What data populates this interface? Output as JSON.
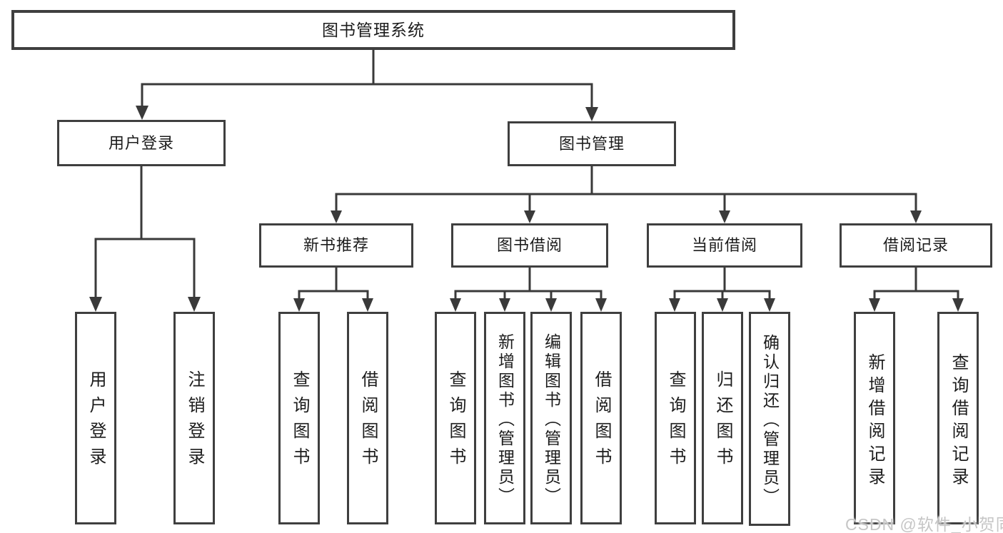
{
  "diagram": {
    "title": "图书管理系统",
    "tree": {
      "root": {
        "label": "图书管理系统"
      },
      "level2": [
        {
          "label": "用户登录",
          "leaves": [
            "用户登录",
            "注销登录"
          ]
        },
        {
          "label": "图书管理",
          "groups": [
            {
              "label": "新书推荐",
              "leaves": [
                "查询图书",
                "借阅图书"
              ]
            },
            {
              "label": "图书借阅",
              "leaves": [
                "查询图书",
                "新增图书（管理员）",
                "编辑图书（管理员）",
                "借阅图书"
              ]
            },
            {
              "label": "当前借阅",
              "leaves": [
                "查询图书",
                "归还图书",
                "确认归还（管理员）"
              ]
            },
            {
              "label": "借阅记录",
              "leaves": [
                "新增借阅记录",
                "查询借阅记录"
              ]
            }
          ]
        }
      ]
    },
    "colors": {
      "line": "#3a3a3a",
      "box_border": "#3f3f3f",
      "box_fill": "#ffffff",
      "text": "#1c1c1c",
      "watermark": "#c6c6c6"
    }
  },
  "watermark": {
    "text": "CSDN @软件_小贺同学"
  }
}
